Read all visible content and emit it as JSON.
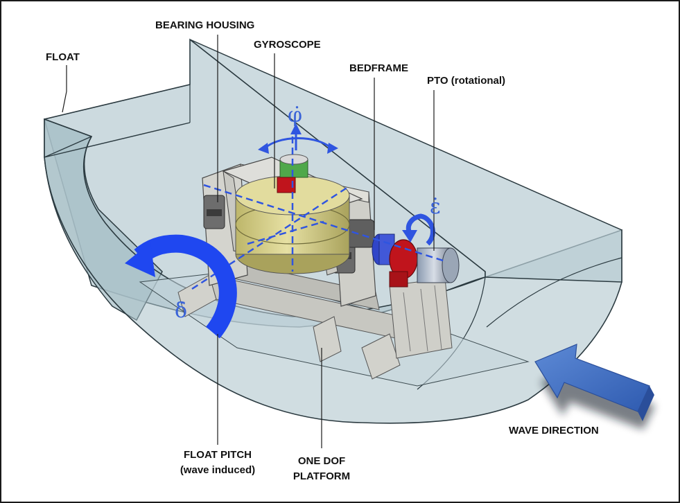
{
  "labels": {
    "float": "FLOAT",
    "bearing_housing": "BEARING HOUSING",
    "gyroscope": "GYROSCOPE",
    "bedframe": "BEDFRAME",
    "pto": "PTO (rotational)",
    "wave_direction": "WAVE DIRECTION",
    "float_pitch_line1": "FLOAT PITCH",
    "float_pitch_line2": "(wave induced)",
    "platform_line1": "ONE DOF",
    "platform_line2": "PLATFORM"
  },
  "symbols": {
    "phi_dot": "φ̇",
    "epsilon_dot": "ε̇",
    "delta_dot": "δ̇"
  },
  "colors": {
    "hull_fill": "#b9ccd3",
    "hull_stroke": "#2b3a40",
    "axis_blue": "#2f55e0",
    "arrow_blue": "#1f47f0",
    "wave_arrow": "#4a78c8",
    "pto_red": "#c0141c",
    "gyro_yellow": "#d9d28a",
    "frame_grey": "#cfcfc9",
    "gyro_green": "#4fa84a"
  },
  "icons": {
    "wave_arrow": "arrow-icon",
    "pitch_arrow": "curved-arrow-icon",
    "precession_arrow": "curved-arrow-icon"
  }
}
